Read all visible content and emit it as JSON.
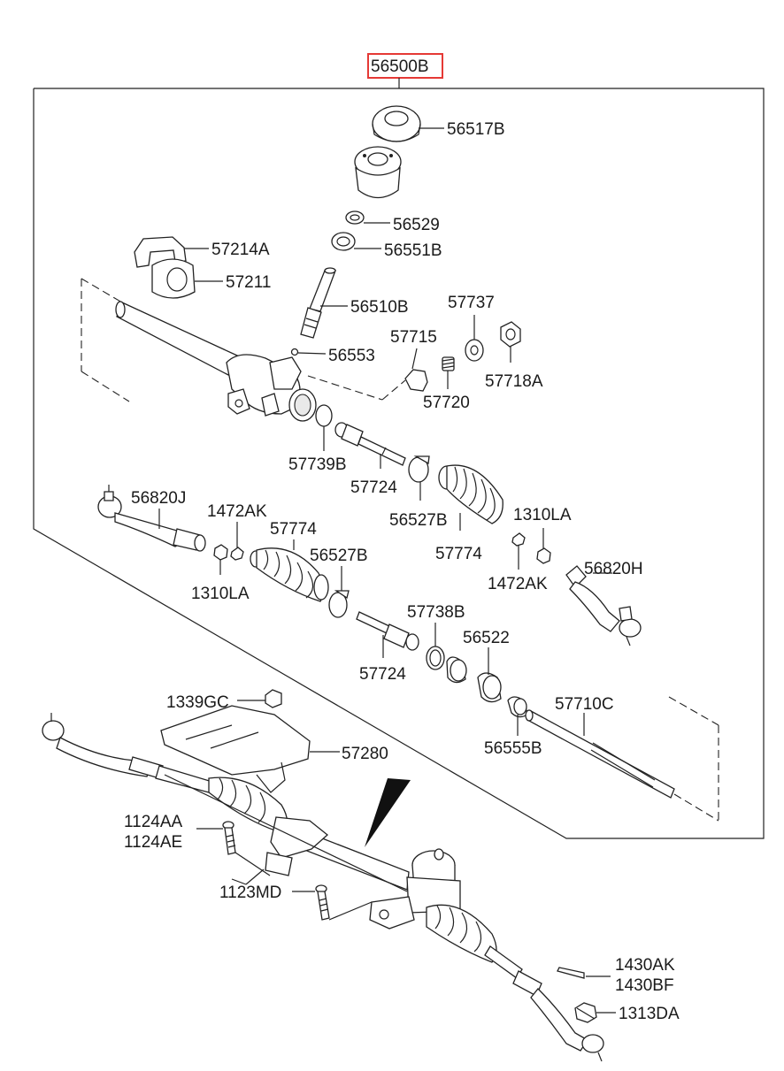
{
  "main_part": {
    "number": "56500B",
    "highlight_color": "#e53935"
  },
  "labels": {
    "p56517B": "56517B",
    "p56529": "56529",
    "p56551B": "56551B",
    "p57214A": "57214A",
    "p57211": "57211",
    "p56510B": "56510B",
    "p57737": "57737",
    "p57715": "57715",
    "p56553": "56553",
    "p57718A": "57718A",
    "p57720": "57720",
    "p57739B": "57739B",
    "p57724a": "57724",
    "p56820J": "56820J",
    "p1472AKa": "1472AK",
    "p57774a": "57774",
    "p56527Ba": "56527B",
    "p1310LAa": "1310LA",
    "p56527Bb": "56527B",
    "p57774b": "57774",
    "p1310LAb": "1310LA",
    "p1472AKb": "1472AK",
    "p56820H": "56820H",
    "p57738B": "57738B",
    "p56522": "56522",
    "p57724b": "57724",
    "p1339GC": "1339GC",
    "p57710C": "57710C",
    "p56555B": "56555B",
    "p57280": "57280",
    "p1124AA": "1124AA",
    "p1124AE": "1124AE",
    "p1123MD": "1123MD",
    "p1430AK": "1430AK",
    "p1430BF": "1430BF",
    "p1313DA": "1313DA"
  }
}
